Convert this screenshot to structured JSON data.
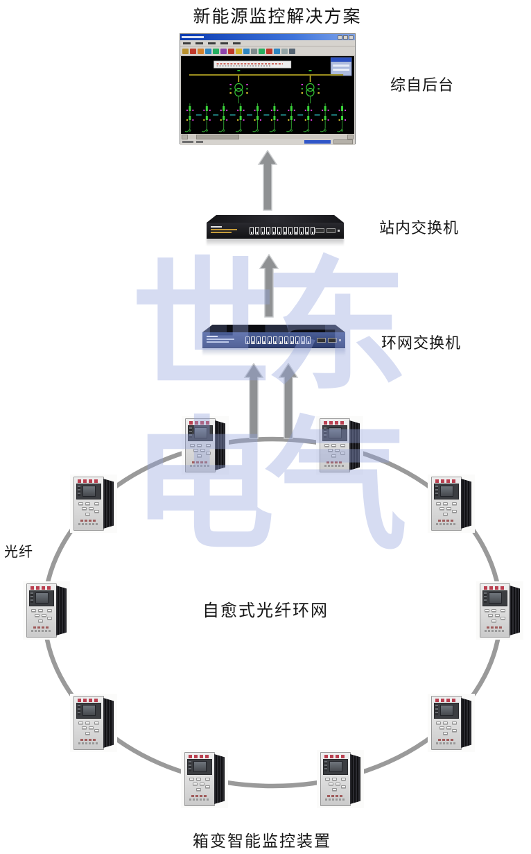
{
  "diagram": {
    "title": "新能源监控解决方案",
    "labels": {
      "backend": "综自后台",
      "station_switch": "站内交换机",
      "ring_switch": "环网交换机",
      "fiber": "光纤",
      "ring_name": "自愈式光纤环网",
      "devices_caption": "箱变智能监控装置"
    },
    "watermark": {
      "line1": "世东",
      "line2": "电气",
      "color": "rgba(147,163,222,0.38)"
    },
    "ring": {
      "device_count": 10,
      "arc_color": "#9a9a9a"
    },
    "arrows": {
      "color": "#8f9193",
      "edge_color": "#c9cbcd"
    },
    "colors": {
      "scada_titlebar": "#0a3ab0",
      "scada_canvas": "#000000",
      "bus_yellow": "#9b8d1e",
      "feeder_green": "#2f9e2f",
      "dot_magenta": "#d43bd4",
      "dot_yellow": "#d8c52e",
      "station_switch_body": "#1c1c20",
      "ring_switch_body": "#3c5291"
    }
  }
}
